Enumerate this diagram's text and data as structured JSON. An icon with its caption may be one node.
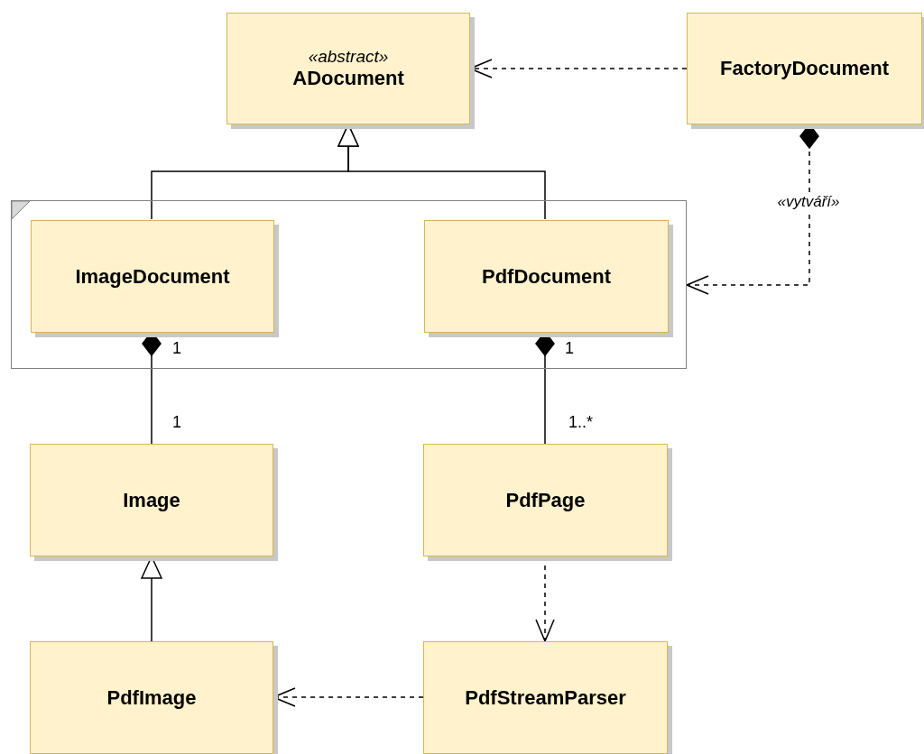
{
  "diagram": {
    "nodes": [
      {
        "text": [
          "«abstract»",
          "ADocument"
        ]
      },
      {
        "text": [
          "FactoryDocument"
        ]
      },
      {
        "text": [],
        "shape": "box"
      },
      {
        "text": [
          "ImageDocument"
        ],
        "in": 2
      },
      {
        "text": [
          "PdfDocument"
        ],
        "in": 2
      },
      {
        "text": [
          "Image"
        ]
      },
      {
        "text": [
          "PdfPage"
        ]
      },
      {
        "text": [
          "PdfImage"
        ]
      },
      {
        "text": [
          "PdfStreamParser"
        ]
      }
    ],
    "edges": [
      {
        "from": 1,
        "to": 0,
        "arrow": "to",
        "style": "dashed"
      },
      {
        "from": 3,
        "to": 0,
        "arrow": "to"
      },
      {
        "from": 4,
        "to": 0,
        "arrow": "to"
      },
      {
        "from": 1,
        "to": 2,
        "arrow": "to",
        "style": "dashed",
        "label": "«vytváří»"
      },
      {
        "from": 3,
        "to": 5,
        "arrow": "other"
      },
      {
        "from": 4,
        "to": 6,
        "arrow": "other"
      },
      {
        "from": 7,
        "to": 5,
        "arrow": "to"
      },
      {
        "from": 6,
        "to": 8,
        "arrow": "to",
        "style": "dashed"
      },
      {
        "from": 8,
        "to": 7,
        "arrow": "to",
        "style": "dashed"
      }
    ],
    "labels": [
      "1",
      "1",
      "1",
      "1..*"
    ]
  }
}
